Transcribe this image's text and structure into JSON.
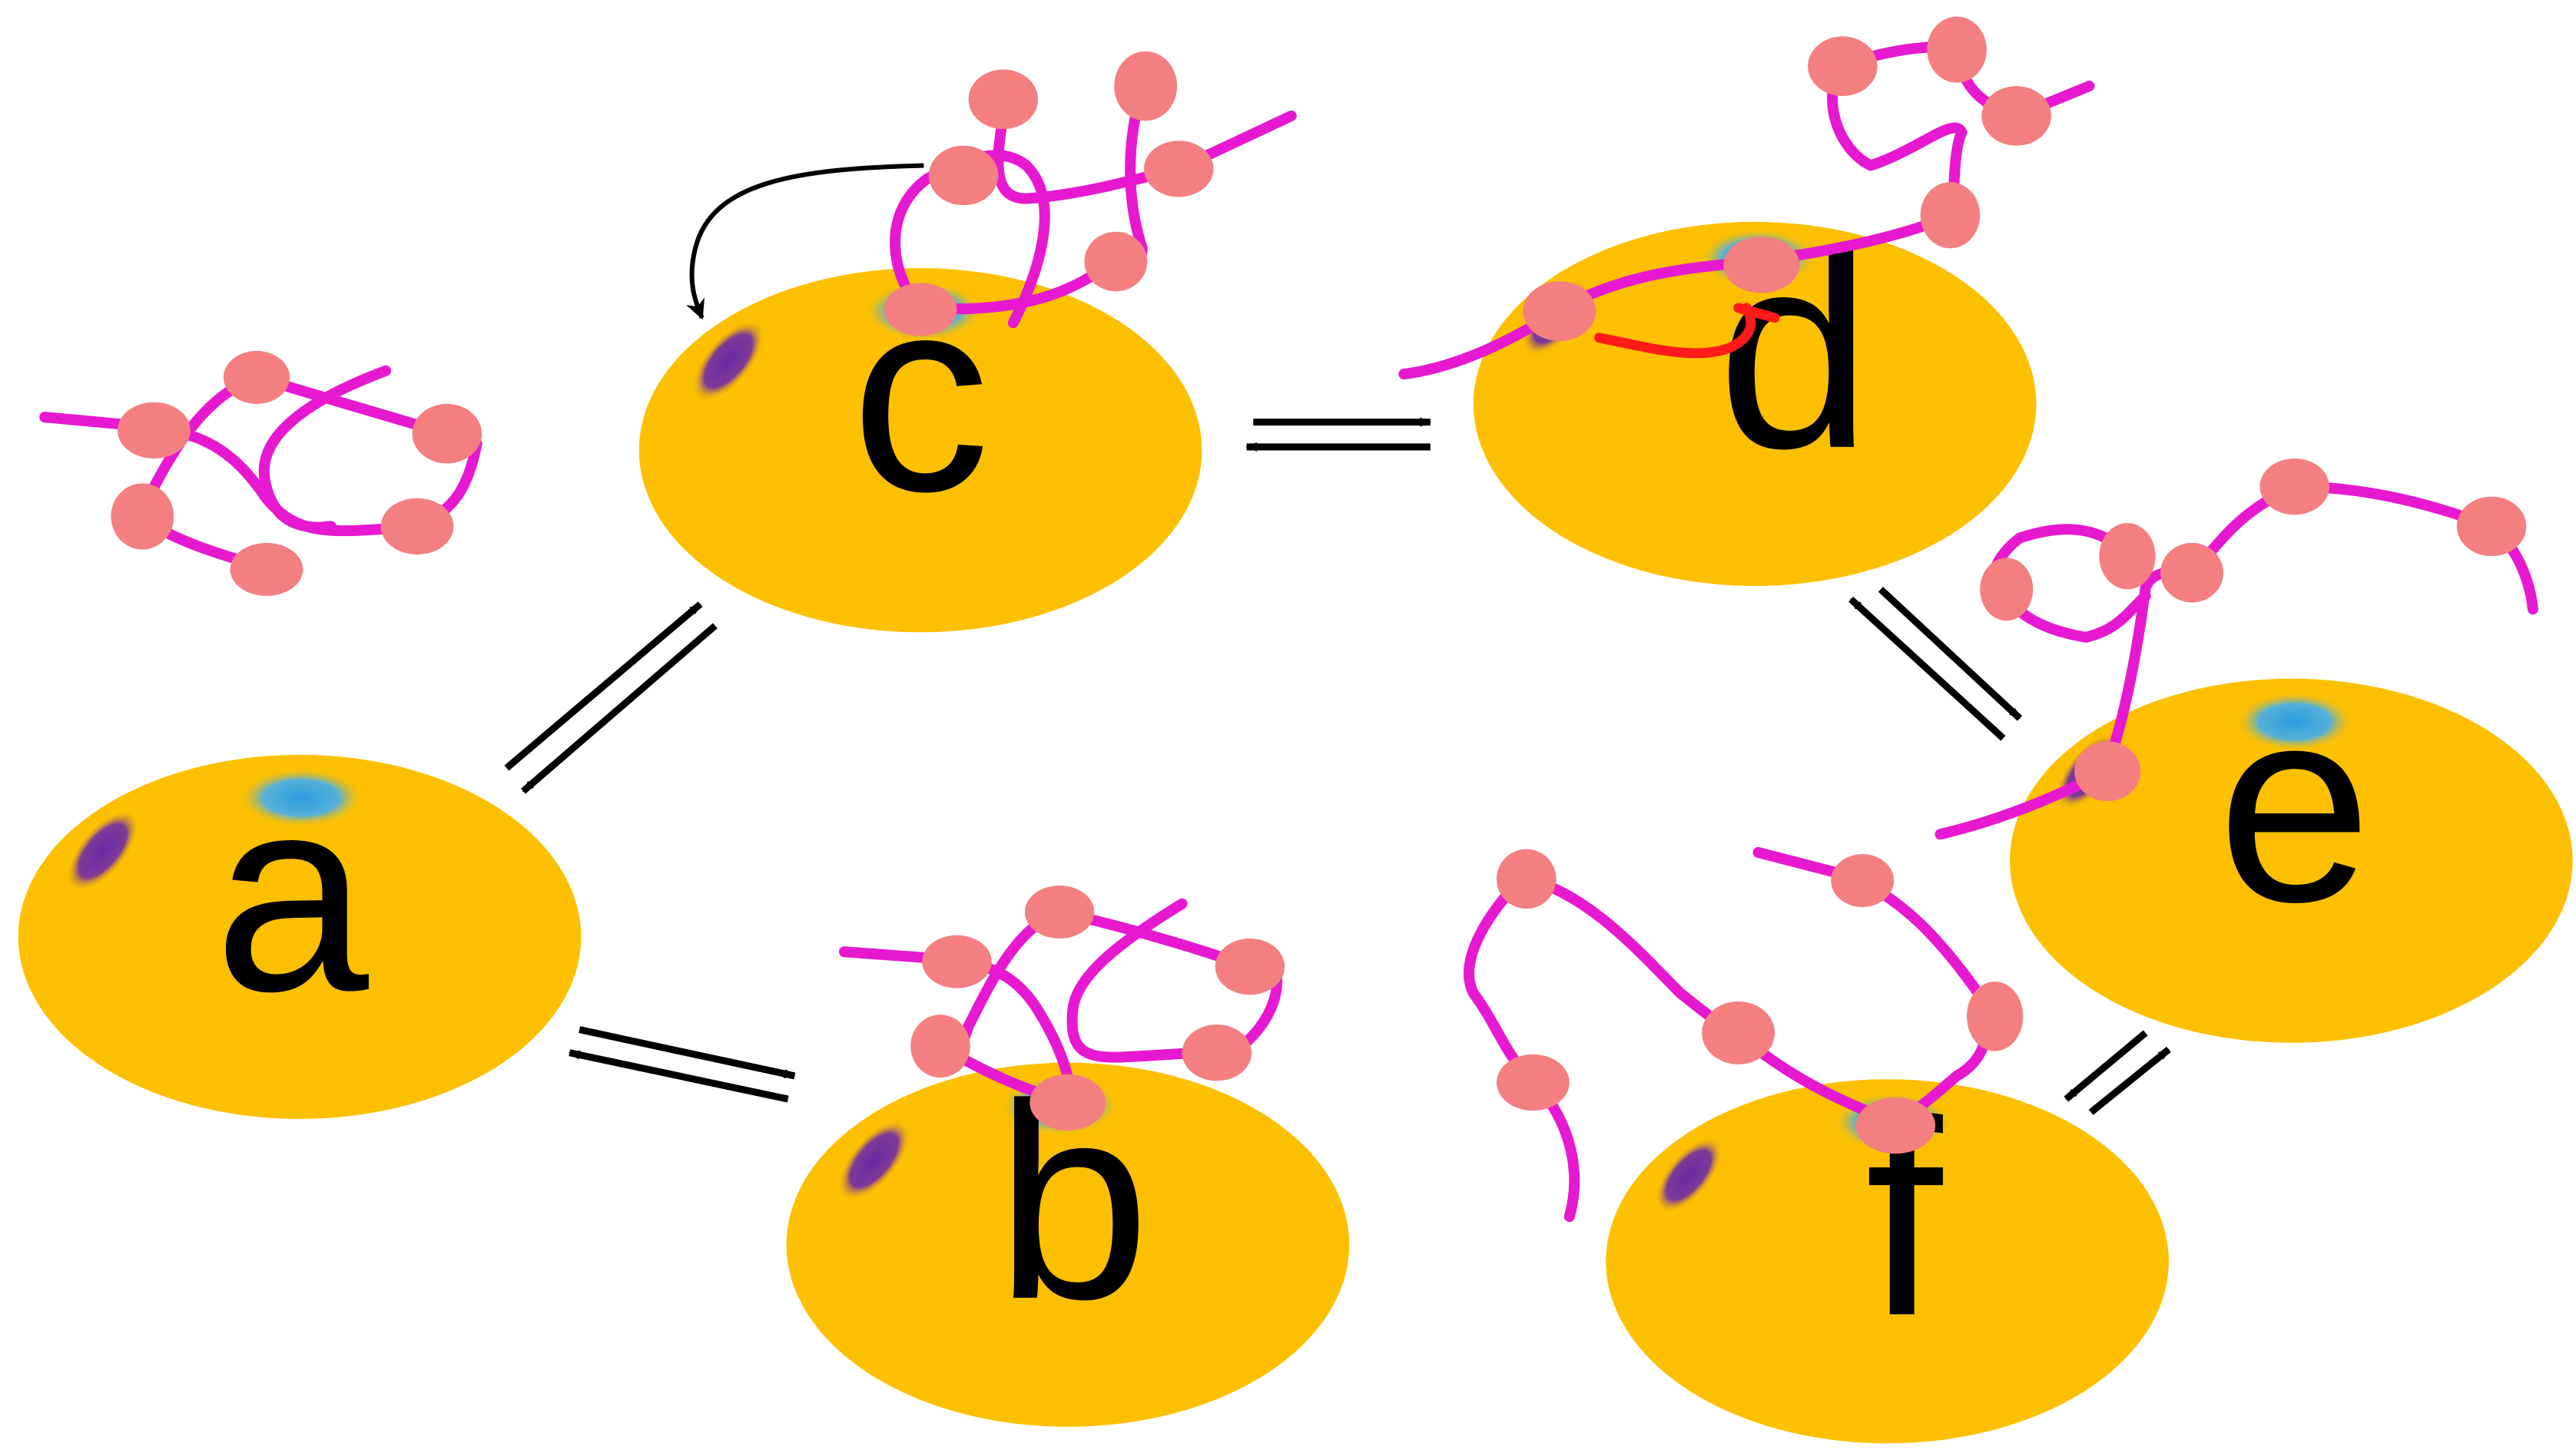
{
  "diagram": {
    "labels": {
      "a": "a",
      "b": "b",
      "c": "c",
      "d": "d",
      "e": "e",
      "f": "f"
    }
  },
  "colors": {
    "particle": "#fdc000",
    "chain": "#e619d0",
    "bead": "#f47f80",
    "site_blue": "#38a3d8",
    "site_purple": "#7a2f9c",
    "inhibit": "#ff1a1a",
    "arrow": "#000000"
  },
  "icons": {
    "reaction_arrow": "equilibrium-arrow-icon",
    "inhibition": "inhibition-mark-icon"
  }
}
